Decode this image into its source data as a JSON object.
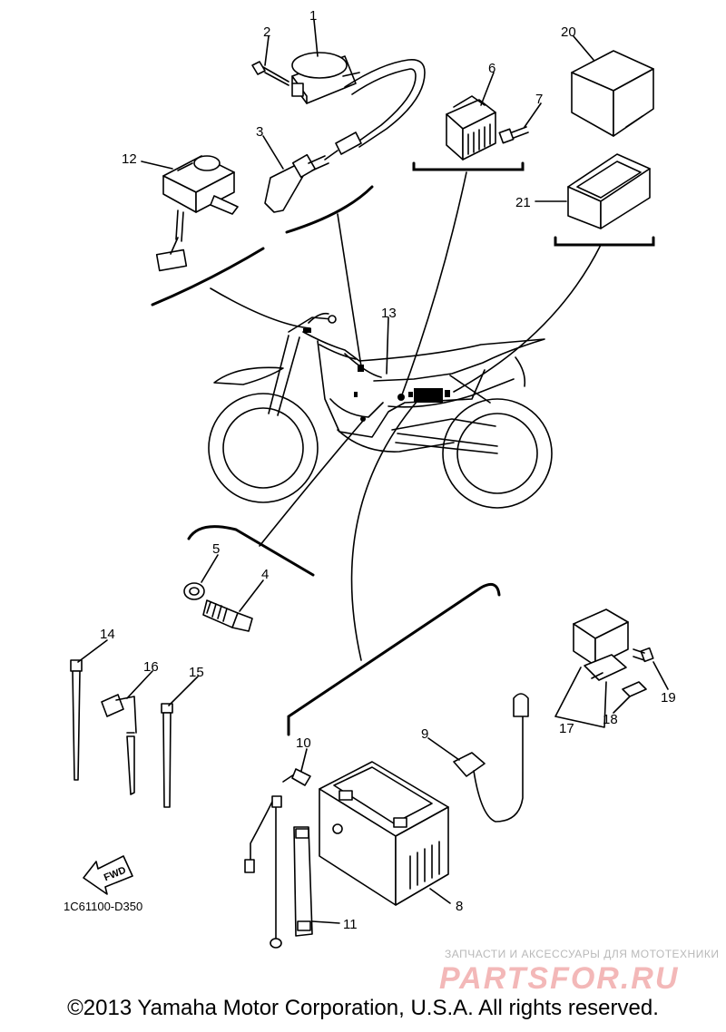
{
  "callouts": {
    "c1": "1",
    "c2": "2",
    "c3": "3",
    "c4": "4",
    "c5": "5",
    "c6": "6",
    "c7": "7",
    "c8": "8",
    "c9": "9",
    "c10": "10",
    "c11": "11",
    "c12": "12",
    "c13": "13",
    "c14": "14",
    "c15": "15",
    "c16": "16",
    "c17": "17",
    "c18": "18",
    "c19": "19",
    "c20": "20",
    "c21": "21"
  },
  "fwd_label": "FWD",
  "diagram_code": "1C61100-D350",
  "watermark": {
    "tagline": "ЗАПЧАСТИ И АКСЕССУАРЫ ДЛЯ МОТОТЕХНИКИ",
    "brand": "PARTSFOR.RU"
  },
  "copyright": "©2013 Yamaha Motor Corporation, U.S.A. All rights reserved."
}
